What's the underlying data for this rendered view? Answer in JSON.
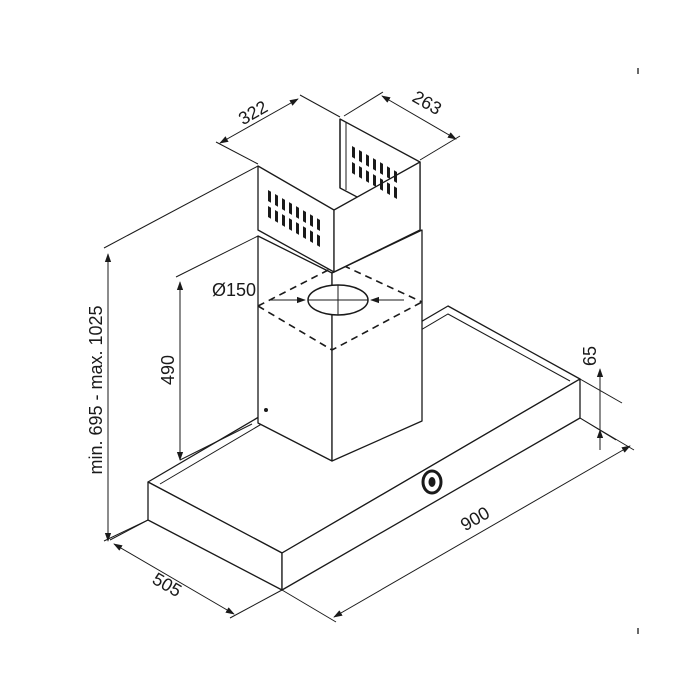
{
  "drawing": {
    "dimensions": {
      "chimney_width": "322",
      "chimney_depth": "263",
      "duct_diameter": "Ø150",
      "chimney_height": "490",
      "total_height": "min. 695 - max. 1025",
      "hood_depth": "505",
      "hood_width": "900",
      "hood_thickness": "65"
    }
  }
}
